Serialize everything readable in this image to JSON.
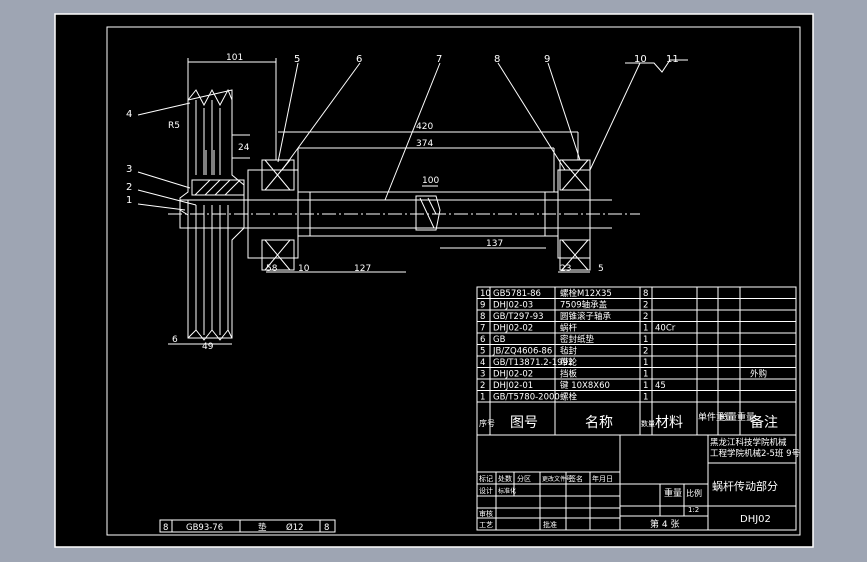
{
  "balloons": [
    "1",
    "2",
    "3",
    "4",
    "5",
    "6",
    "7",
    "8",
    "9",
    "10",
    "11"
  ],
  "dimensions": {
    "d101": "101",
    "r85": "R5",
    "d24": "24",
    "d420": "420",
    "d374": "374",
    "d100": "100",
    "d137": "137",
    "d58": "58",
    "d10": "10",
    "d127": "127",
    "d23": "23",
    "d5": "5",
    "d6": "6",
    "d49": "49"
  },
  "parts_list": {
    "rows": [
      {
        "no": "10",
        "code": "GB5781-86",
        "name": "螺栓M12X35",
        "qty": "8",
        "material": "",
        "remark": ""
      },
      {
        "no": "9",
        "code": "DHJ02-03",
        "name": "7509轴承盖",
        "qty": "2",
        "material": "",
        "remark": ""
      },
      {
        "no": "8",
        "code": "GB/T297-93",
        "name": "圆锥滚子轴承",
        "qty": "2",
        "material": "",
        "remark": ""
      },
      {
        "no": "7",
        "code": "DHJ02-02",
        "name": "蜗杆",
        "qty": "1",
        "material": "40Cr",
        "remark": ""
      },
      {
        "no": "6",
        "code": "GB",
        "name": "密封纸垫",
        "qty": "1",
        "material": "",
        "remark": ""
      },
      {
        "no": "5",
        "code": "JB/ZQ4606-86",
        "name": "毡封",
        "qty": "2",
        "material": "",
        "remark": ""
      },
      {
        "no": "4",
        "code": "GB/T13871.2-1992",
        "name": "带轮",
        "qty": "1",
        "material": "",
        "remark": ""
      },
      {
        "no": "3",
        "code": "DHJ02-02",
        "name": "挡板",
        "qty": "1",
        "material": "",
        "remark": "外购"
      },
      {
        "no": "2",
        "code": "DHJ02-01",
        "name": "键 10X8X60",
        "qty": "1",
        "material": "45",
        "remark": ""
      },
      {
        "no": "1",
        "code": "GB/T5780-2000",
        "name": "螺栓",
        "qty": "1",
        "material": "",
        "remark": ""
      }
    ],
    "header": {
      "no": "序号",
      "code": "图号",
      "name": "名称",
      "qty": "数量",
      "material": "材料",
      "unit_weight": "单件重量",
      "total_weight": "总量重量",
      "remark": "备注"
    }
  },
  "title_block": {
    "school_line1": "黑龙江科技学院机械",
    "school_line2": "工程学院机械2-5班 9号",
    "drawing_title": "蜗杆传动部分",
    "drawing_number": "DHJ02",
    "weight_label": "重量",
    "scale_label": "比例",
    "scale_value": "1:2",
    "sheet_label": "第 4 张",
    "marks": "标记",
    "count": "处数",
    "zone": "分区",
    "change_doc": "更改文件号",
    "signature": "签名",
    "date": "年月日",
    "design": "设计",
    "standardize": "标准化",
    "review": "审核",
    "process": "工艺",
    "approve": "批准"
  },
  "bottom_strip": {
    "no": "8",
    "code": "GB93-76",
    "name": "垫",
    "spec": "Ø12",
    "qty": "8"
  },
  "colors": {
    "paper": "#000000",
    "frame": "#ffffff",
    "line": "#ffffff",
    "background": "#9ea5b3"
  }
}
